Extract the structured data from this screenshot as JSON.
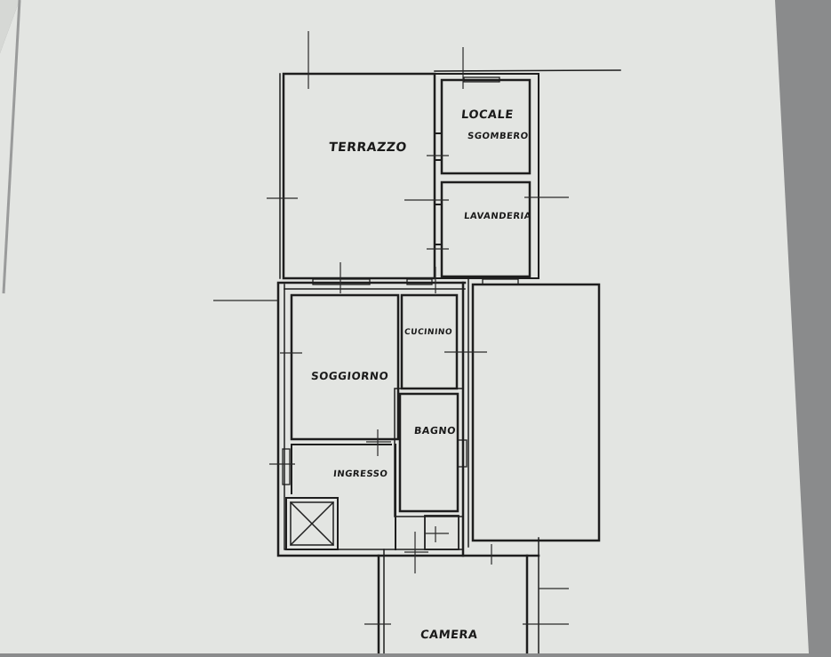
{
  "floorplan": {
    "rooms": {
      "terrazzo": "TERRAZZO",
      "locale_sgombero_1": "LOCALE",
      "locale_sgombero_2": "SGOMBERO",
      "lavanderia": "LAVANDERIA",
      "cucinino": "CUCININO",
      "soggiorno": "SOGGIORNO",
      "bagno": "BAGNO",
      "ingresso": "INGRESSO",
      "camera": "CAMERA"
    }
  },
  "colors": {
    "paper": "#e4e6e3",
    "ink": "#1e1e1e",
    "backdrop": "#8a8b8c"
  }
}
